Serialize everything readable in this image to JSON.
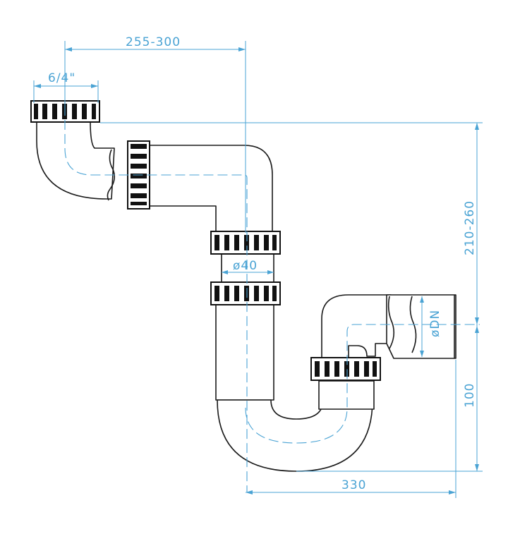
{
  "dimensions": {
    "inlet_thread": "6/4\"",
    "horizontal_reach": "255-300",
    "pipe_diameter": "ø40",
    "height_range": "210-260",
    "outlet_diameter": "øDN",
    "outlet_height": "100",
    "overall_width": "330"
  },
  "colors": {
    "dimension_lines": "#4aa3d4",
    "outline": "#1a1a1a"
  }
}
